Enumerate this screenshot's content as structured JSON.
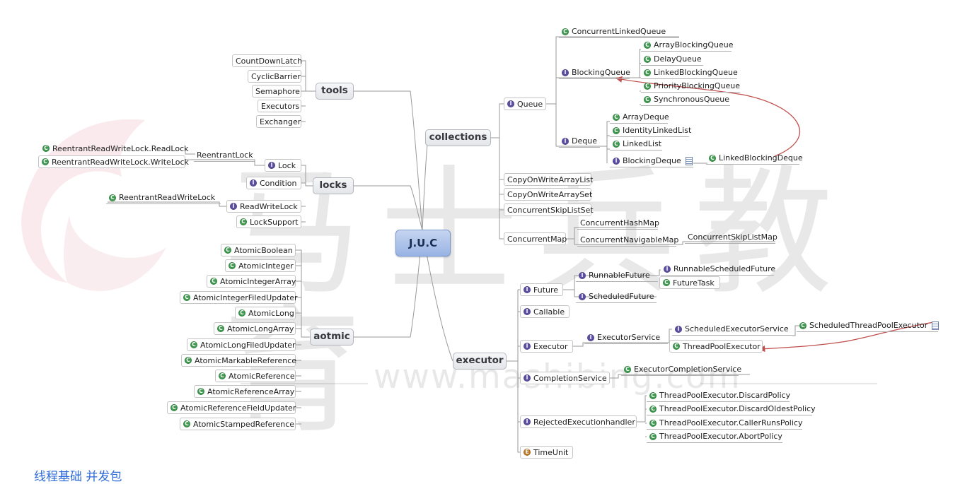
{
  "watermark": {
    "cn": "马士兵教育",
    "url": "www.mashibing.com"
  },
  "caption": "线程基础 并发包",
  "root": {
    "label": "J.U.C"
  },
  "groups": {
    "tools": "tools",
    "locks": "locks",
    "aotmic": "aotmic",
    "collections": "collections",
    "executor": "executor"
  },
  "tools": [
    "CountDownLatch",
    "CyclicBarrier",
    "Semaphore",
    "Executors",
    "Exchanger"
  ],
  "locks": {
    "lock": "Lock",
    "reentrantLock": "ReentrantLock",
    "readLock": "ReentrantReadWriteLock.ReadLock",
    "writeLock": "ReentrantReadWriteLock.WriteLock",
    "condition": "Condition",
    "readWriteLock": "ReadWriteLock",
    "reentrantReadWriteLock": "ReentrantReadWriteLock",
    "lockSupport": "LockSupport"
  },
  "atomic": [
    "AtomicBoolean",
    "AtomicInteger",
    "AtomicIntegerArray",
    "AtomicIntegerFiledUpdater",
    "AtomicLong",
    "AtomicLongArray",
    "AtomicLongFiledUpdater",
    "AtomicMarkableReference",
    "AtomicReference",
    "AtomicReferenceArray",
    "AtomicReferenceFieldUpdater",
    "AtomicStampedReference"
  ],
  "collections": {
    "queue": "Queue",
    "concurrentLinkedQueue": "ConcurrentLinkedQueue",
    "blockingQueue": "BlockingQueue",
    "blockingQueueImpls": [
      "ArrayBlockingQueue",
      "DelayQueue",
      "LinkedBlockingQueue",
      "PriorityBlockingQueue",
      "SynchronousQueue"
    ],
    "deque": "Deque",
    "dequeImpls": [
      "ArrayDeque",
      "IdentityLinkedList",
      "LinkedList"
    ],
    "blockingDeque": "BlockingDeque",
    "linkedBlockingDeque": "LinkedBlockingDeque",
    "copyOnWriteArrayList": "CopyOnWriteArrayList",
    "copyOnWriteArraySet": "CopyOnWriteArraySet",
    "concurrentSkipListSet": "ConcurrentSkipListSet",
    "concurrentMap": "ConcurrentMap",
    "concurrentHashMap": "ConcurrentHashMap",
    "concurrentNavigableMap": "ConcurrentNavigableMap",
    "concurrentSkipListMap": "ConcurrentSkipListMap"
  },
  "executor": {
    "future": "Future",
    "runnableFuture": "RunnableFuture",
    "runnableScheduledFuture": "RunnableScheduledFuture",
    "futureTask": "FutureTask",
    "scheduledFuture": "ScheduledFuture",
    "callable": "Callable",
    "executor": "Executor",
    "executorService": "ExecutorService",
    "scheduledExecutorService": "ScheduledExecutorService",
    "scheduledThreadPoolExecutor": "ScheduledThreadPoolExecutor",
    "threadPoolExecutor": "ThreadPoolExecutor",
    "completionService": "CompletionService",
    "executorCompletionService": "ExecutorCompletionService",
    "rejectedExecutionHandler": "RejectedExecutionhandler",
    "policies": [
      "ThreadPoolExecutor.DiscardPolicy",
      "ThreadPoolExecutor.DiscardOldestPolicy",
      "ThreadPoolExecutor.CallerRunsPolicy",
      "ThreadPoolExecutor.AbortPolicy"
    ],
    "timeUnit": "TimeUnit"
  },
  "marker_legend": {
    "C": "class",
    "I": "interface",
    "E": "enum"
  },
  "colors": {
    "class_marker": "#3f9b50",
    "interface_marker": "#5d4fa1",
    "enum_marker": "#c27a27",
    "root_fill": "#a9c0ea",
    "relation_arrow": "#c0504d",
    "connector": "#9a9a9a",
    "caption": "#2f6bd6"
  }
}
